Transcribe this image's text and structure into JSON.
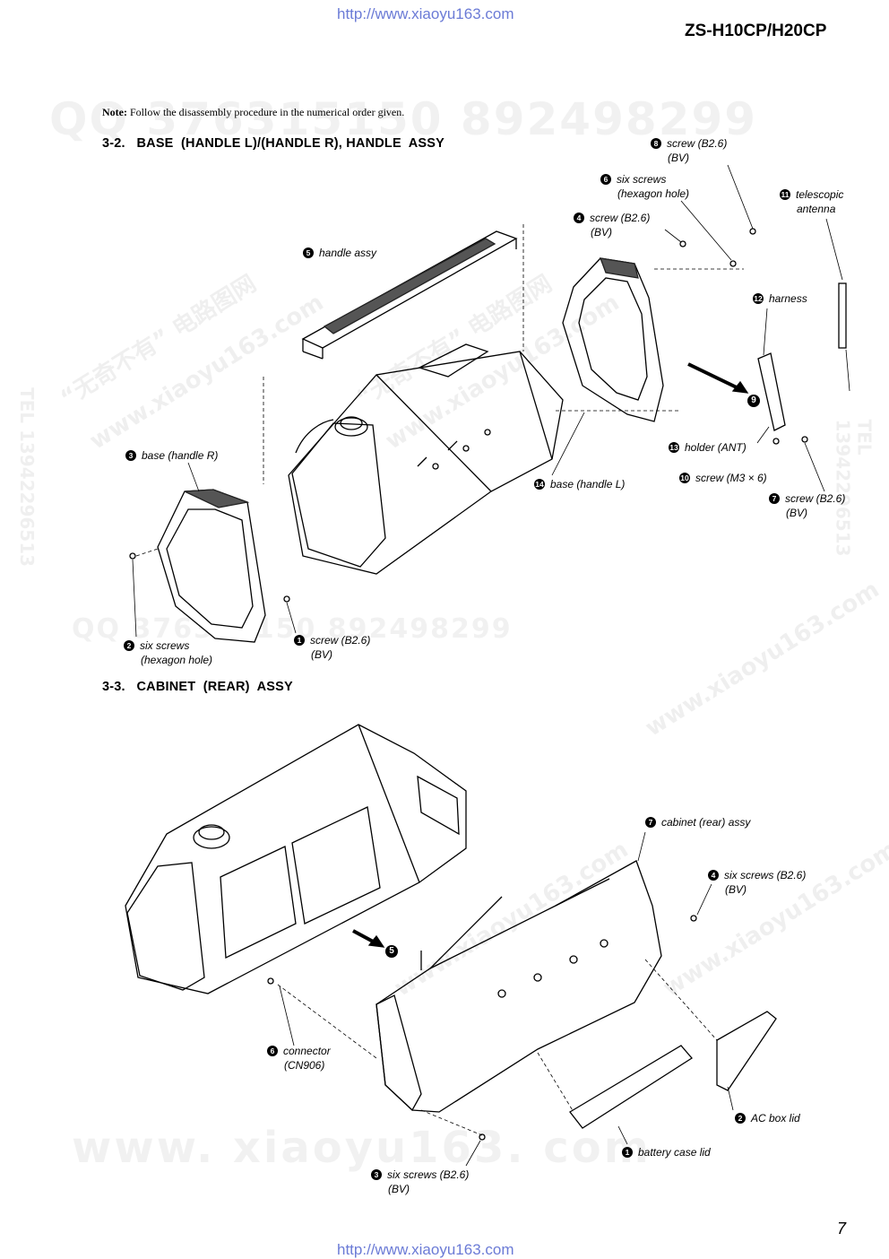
{
  "header": {
    "url_top": "http://www.xiaoyu163.com",
    "model": "ZS-H10CP/H20CP"
  },
  "note": {
    "label": "Note:",
    "text": "Follow the disassembly procedure in the numerical order given."
  },
  "section1": {
    "title": "3-2.   BASE  (HANDLE L)/(HANDLE R), HANDLE  ASSY",
    "labels": {
      "l8": {
        "num": "8",
        "text": "screw (B2.6)",
        "sub": "(BV)"
      },
      "l6": {
        "num": "6",
        "text": "six screws",
        "sub": "(hexagon hole)"
      },
      "l11": {
        "num": "11",
        "text": "telescopic",
        "sub": "antenna"
      },
      "l4": {
        "num": "4",
        "text": "screw (B2.6)",
        "sub": "(BV)"
      },
      "l5": {
        "num": "5",
        "text": "handle assy"
      },
      "l12": {
        "num": "12",
        "text": "harness"
      },
      "l9": {
        "num": "9"
      },
      "l3": {
        "num": "3",
        "text": "base (handle R)"
      },
      "l13": {
        "num": "13",
        "text": "holder (ANT)"
      },
      "l10": {
        "num": "10",
        "text": "screw (M3 × 6)"
      },
      "l14": {
        "num": "14",
        "text": "base (handle L)"
      },
      "l7": {
        "num": "7",
        "text": "screw (B2.6)",
        "sub": "(BV)"
      },
      "l2": {
        "num": "2",
        "text": "six screws",
        "sub": "(hexagon hole)"
      },
      "l1": {
        "num": "1",
        "text": "screw (B2.6)",
        "sub": "(BV)"
      }
    }
  },
  "section2": {
    "title": "3-3.   CABINET  (REAR)  ASSY",
    "labels": {
      "l7": {
        "num": "7",
        "text": "cabinet (rear) assy"
      },
      "l4": {
        "num": "4",
        "text": "six screws (B2.6)",
        "sub": "(BV)"
      },
      "l5": {
        "num": "5"
      },
      "l6": {
        "num": "6",
        "text": "connector",
        "sub": "(CN906)"
      },
      "l2": {
        "num": "2",
        "text": "AC box lid"
      },
      "l1": {
        "num": "1",
        "text": "battery case lid"
      },
      "l3": {
        "num": "3",
        "text": "six screws (B2.6)",
        "sub": "(BV)"
      }
    }
  },
  "watermarks": {
    "qq": "QQ 376315150   892498299",
    "site": "www.xiaoyu163.com",
    "tel": "TEL 13942296513",
    "cn": "“无奇不有” 电路图网",
    "big": "www. xiaoyu163. com"
  },
  "footer": {
    "page": "7",
    "url_bottom": "http://www.xiaoyu163.com"
  }
}
